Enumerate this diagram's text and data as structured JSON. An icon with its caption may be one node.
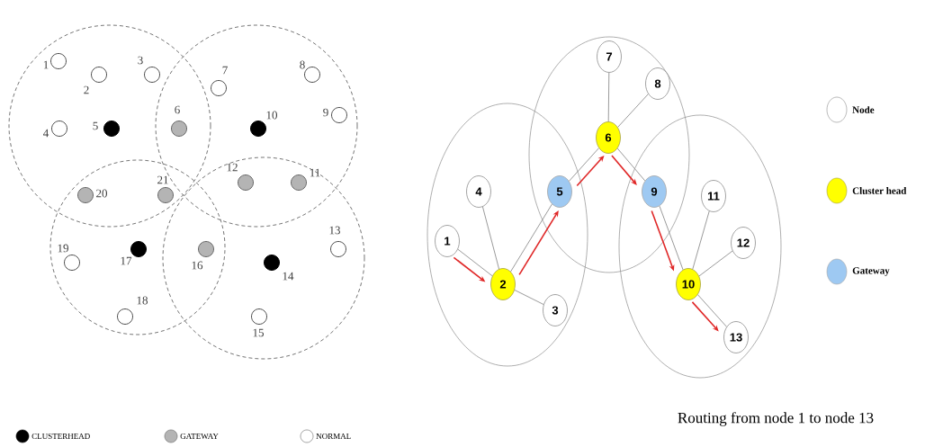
{
  "diagram": {
    "caption": "Routing from node 1 to node 13",
    "nodes": [
      {
        "text": [],
        "shape": "circle"
      },
      {
        "text": [],
        "shape": "circle"
      },
      {
        "text": [],
        "shape": "circle"
      },
      {
        "text": [],
        "shape": "circle"
      },
      {
        "text": [],
        "shape": "circle",
        "beside": [
          "1"
        ],
        "in": 0
      },
      {
        "text": [],
        "shape": "circle",
        "beside": [
          "2"
        ],
        "in": 0
      },
      {
        "text": [],
        "shape": "circle",
        "beside": [
          "3"
        ],
        "in": 0
      },
      {
        "text": [],
        "shape": "circle",
        "beside": [
          "4"
        ],
        "in": 0
      },
      {
        "text": [],
        "shape": "circle",
        "beside": [
          "5"
        ],
        "in": 0
      },
      {
        "text": [],
        "shape": "circle",
        "beside": [
          "6"
        ]
      },
      {
        "text": [],
        "shape": "circle",
        "beside": [
          "7"
        ],
        "in": 1
      },
      {
        "text": [],
        "shape": "circle",
        "beside": [
          "8"
        ],
        "in": 1
      },
      {
        "text": [],
        "shape": "circle",
        "beside": [
          "9"
        ],
        "in": 1
      },
      {
        "text": [],
        "shape": "circle",
        "beside": [
          "10"
        ],
        "in": 1
      },
      {
        "text": [],
        "shape": "circle",
        "beside": [
          "11"
        ]
      },
      {
        "text": [],
        "shape": "circle",
        "beside": [
          "12"
        ]
      },
      {
        "text": [],
        "shape": "circle",
        "beside": [
          "13"
        ],
        "in": 3
      },
      {
        "text": [],
        "shape": "circle",
        "beside": [
          "14"
        ],
        "in": 3
      },
      {
        "text": [],
        "shape": "circle",
        "beside": [
          "15"
        ],
        "in": 3
      },
      {
        "text": [],
        "shape": "circle",
        "beside": [
          "16"
        ]
      },
      {
        "text": [],
        "shape": "circle",
        "beside": [
          "17"
        ],
        "in": 2
      },
      {
        "text": [],
        "shape": "circle",
        "beside": [
          "18"
        ],
        "in": 2
      },
      {
        "text": [],
        "shape": "circle",
        "beside": [
          "19"
        ],
        "in": 2
      },
      {
        "text": [],
        "shape": "circle",
        "beside": [
          "20"
        ]
      },
      {
        "text": [],
        "shape": "circle",
        "beside": [
          "21"
        ]
      },
      {
        "text": [],
        "shape": "circle"
      },
      {
        "text": [],
        "shape": "circle"
      },
      {
        "text": [],
        "shape": "circle"
      },
      {
        "text": [
          "1"
        ],
        "in": 25
      },
      {
        "text": [
          "2"
        ],
        "in": 25
      },
      {
        "text": [
          "3"
        ],
        "in": 25
      },
      {
        "text": [
          "4"
        ],
        "in": 25
      },
      {
        "text": [
          "5"
        ]
      },
      {
        "text": [
          "6"
        ],
        "in": 26
      },
      {
        "text": [
          "7"
        ],
        "in": 26
      },
      {
        "text": [
          "8"
        ],
        "in": 26
      },
      {
        "text": [
          "9"
        ]
      },
      {
        "text": [
          "10"
        ],
        "in": 27
      },
      {
        "text": [
          "11"
        ],
        "in": 27
      },
      {
        "text": [
          "12"
        ],
        "in": 27
      },
      {
        "text": [
          "13"
        ],
        "in": 27
      }
    ],
    "edges": [
      {
        "from": 28,
        "to": 29,
        "arrow": "none"
      },
      {
        "from": 31,
        "to": 29,
        "arrow": "none"
      },
      {
        "from": 30,
        "to": 29,
        "arrow": "none"
      },
      {
        "from": 29,
        "to": 32,
        "arrow": "none"
      },
      {
        "from": 32,
        "to": 33,
        "arrow": "none"
      },
      {
        "from": 34,
        "to": 33,
        "arrow": "none"
      },
      {
        "from": 35,
        "to": 33,
        "arrow": "none"
      },
      {
        "from": 33,
        "to": 36,
        "arrow": "none"
      },
      {
        "from": 36,
        "to": 37,
        "arrow": "none"
      },
      {
        "from": 38,
        "to": 37,
        "arrow": "none"
      },
      {
        "from": 39,
        "to": 37,
        "arrow": "none"
      },
      {
        "from": 37,
        "to": 40,
        "arrow": "none"
      },
      {
        "from": 28,
        "to": 29,
        "arrow": "to",
        "color": "#e02828"
      },
      {
        "from": 29,
        "to": 32,
        "arrow": "to",
        "color": "#e02828"
      },
      {
        "from": 32,
        "to": 33,
        "arrow": "to",
        "color": "#e02828"
      },
      {
        "from": 33,
        "to": 36,
        "arrow": "to",
        "color": "#e02828"
      },
      {
        "from": 36,
        "to": 37,
        "arrow": "to",
        "color": "#e02828"
      },
      {
        "from": 37,
        "to": 40,
        "arrow": "to",
        "color": "#e02828"
      }
    ],
    "legend": [
      {
        "text": "CLUSTERHEAD",
        "color": "#000000"
      },
      {
        "text": "GATEWAY",
        "color": "#b4b4b4"
      },
      {
        "text": "NORMAL"
      },
      {
        "text": "Node"
      },
      {
        "text": "Cluster head",
        "color": "#ffff00"
      },
      {
        "text": "Gateway",
        "color": "#9ec9f2"
      }
    ]
  }
}
